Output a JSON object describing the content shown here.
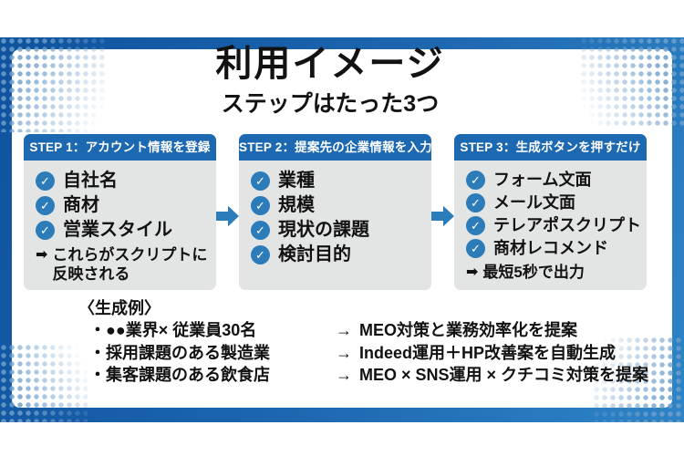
{
  "title": "利用イメージ",
  "subtitle": "ステップはたった3つ",
  "icons": {
    "check": "✓",
    "note_arrow": "➡",
    "bullet": "・",
    "result_arrow": "→"
  },
  "steps": [
    {
      "header": "STEP 1：アカウント情報を登録",
      "items": [
        "自社名",
        "商材",
        "営業スタイル"
      ],
      "note_lines": [
        "これらがスクリプトに",
        "反映される"
      ]
    },
    {
      "header": "STEP 2：提案先の企業情報を入力",
      "items": [
        "業種",
        "規模",
        "現状の課題",
        "検討目的"
      ]
    },
    {
      "header": "STEP 3：生成ボタンを押すだけ",
      "items": [
        "フォーム文面",
        "メール文面",
        "テレアポスクリプト",
        "商材レコメンド"
      ],
      "note_lines": [
        "最短5秒で出力"
      ]
    }
  ],
  "examples": {
    "label": "〈生成例〉",
    "rows": [
      {
        "input": "●●業界× 従業員30名",
        "output": "MEO対策と業務効率化を提案"
      },
      {
        "input": "採用課題のある製造業",
        "output": "Indeed運用＋HP改善案を自動生成"
      },
      {
        "input": "集客課題のある飲食店",
        "output": "MEO × SNS運用 × クチコミ対策を提案"
      }
    ]
  },
  "colors": {
    "frame_blue": "#1b63ad",
    "header_blue": "#1c68b1",
    "body_gray": "#e3e5e4",
    "check_blue": "#2d7cba",
    "arrow_blue": "#2b7cba",
    "dot_blue": "#6ea0cd",
    "text_black": "#121212"
  }
}
